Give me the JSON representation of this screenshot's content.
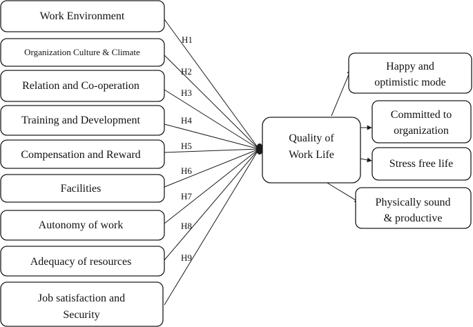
{
  "factors": [
    {
      "label": "Work Environment",
      "hypothesis": "H1"
    },
    {
      "label": "Organization Culture & Climate",
      "hypothesis": "H2"
    },
    {
      "label": "Relation and Co-operation",
      "hypothesis": "H3"
    },
    {
      "label": "Training and Development",
      "hypothesis": "H4"
    },
    {
      "label": "Compensation and Reward",
      "hypothesis": "H5"
    },
    {
      "label": "Facilities",
      "hypothesis": "H6"
    },
    {
      "label": "Autonomy of work",
      "hypothesis": "H7"
    },
    {
      "label": "Adequacy of resources",
      "hypothesis": "H8"
    },
    {
      "label": "Job satisfaction and",
      "label_line2": "Security",
      "hypothesis": "H9"
    }
  ],
  "center": {
    "line1": "Quality of",
    "line2": "Work Life"
  },
  "outcomes": [
    {
      "line1": "Happy and",
      "line2": "optimistic mode"
    },
    {
      "line1": "Committed to",
      "line2": "organization"
    },
    {
      "line1": "Stress free life"
    },
    {
      "line1": "Physically sound",
      "line2": "& productive"
    }
  ],
  "colors": {
    "stroke": "#1a1a1a",
    "text": "#111111",
    "background": "#ffffff"
  }
}
